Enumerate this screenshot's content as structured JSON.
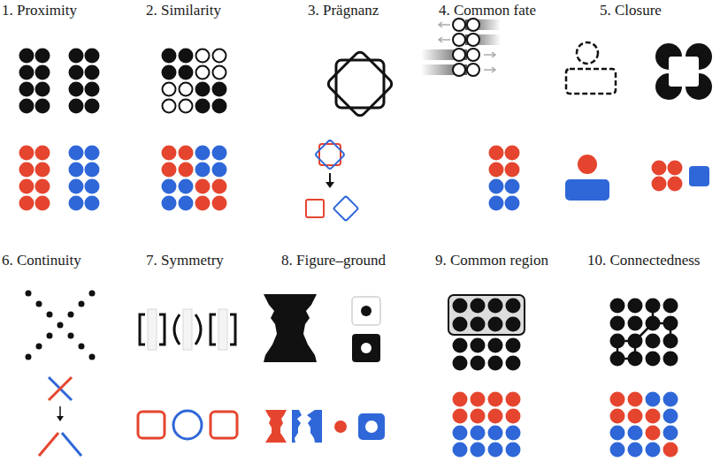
{
  "diagram": {
    "labels": [
      "1. Proximity",
      "2. Similarity",
      "3. Prägnanz",
      "4. Common fate",
      "5. Closure",
      "6. Continuity",
      "7. Symmetry",
      "8. Figure–ground",
      "9. Common region",
      "10. Connectedness"
    ]
  }
}
